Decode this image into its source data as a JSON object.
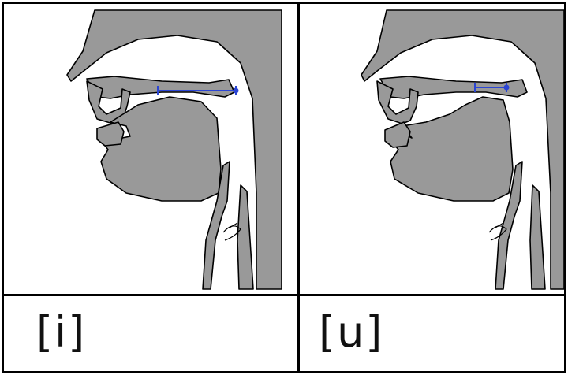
{
  "cells": [
    {
      "name": "vowel-i",
      "label": "[i]",
      "indicator": "long"
    },
    {
      "name": "vowel-u",
      "label": "[u]",
      "indicator": "short"
    }
  ],
  "colors": {
    "tissue": "#999999",
    "outline": "#000000",
    "indicator": "#2b45d4",
    "background": "#ffffff"
  }
}
